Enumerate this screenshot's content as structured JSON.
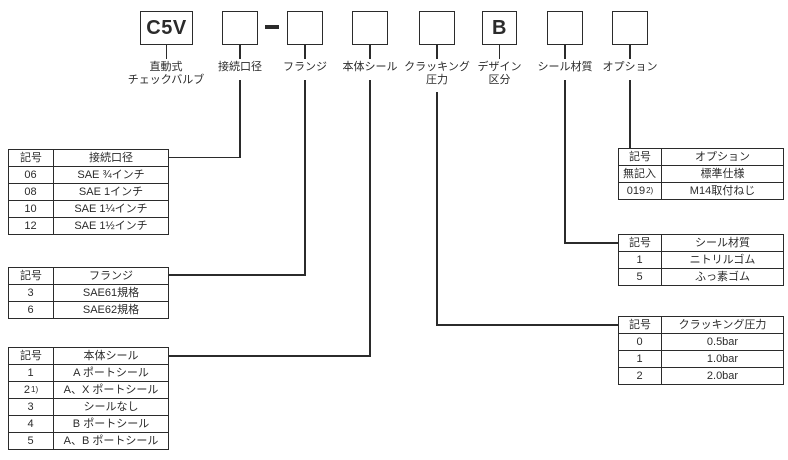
{
  "model_code": {
    "separator": "−",
    "boxes": [
      {
        "value": "C5V",
        "label_line1": "直動式",
        "label_line2": "チェックバルブ"
      },
      {
        "value": "",
        "label_line1": "接続口径",
        "label_line2": ""
      },
      {
        "value": "",
        "label_line1": "フランジ",
        "label_line2": ""
      },
      {
        "value": "",
        "label_line1": "本体シール",
        "label_line2": ""
      },
      {
        "value": "",
        "label_line1": "クラッキング",
        "label_line2": "圧力"
      },
      {
        "value": "B",
        "label_line1": "デザイン",
        "label_line2": "区分"
      },
      {
        "value": "",
        "label_line1": "シール材質",
        "label_line2": ""
      },
      {
        "value": "",
        "label_line1": "オプション",
        "label_line2": ""
      }
    ]
  },
  "tables": {
    "connection": {
      "headers": [
        "記号",
        "接続口径"
      ],
      "rows": [
        {
          "code": "06",
          "sup": "",
          "desc": "SAE ¾インチ"
        },
        {
          "code": "08",
          "sup": "",
          "desc": "SAE 1インチ"
        },
        {
          "code": "10",
          "sup": "",
          "desc": "SAE 1¼インチ"
        },
        {
          "code": "12",
          "sup": "",
          "desc": "SAE 1½インチ"
        }
      ]
    },
    "flange": {
      "headers": [
        "記号",
        "フランジ"
      ],
      "rows": [
        {
          "code": "3",
          "sup": "",
          "desc": "SAE61規格"
        },
        {
          "code": "6",
          "sup": "",
          "desc": "SAE62規格"
        }
      ]
    },
    "body_seal": {
      "headers": [
        "記号",
        "本体シール"
      ],
      "rows": [
        {
          "code": "1",
          "sup": "",
          "desc": "A ポートシール"
        },
        {
          "code": "2",
          "sup": "1)",
          "desc": "A、X ポートシール"
        },
        {
          "code": "3",
          "sup": "",
          "desc": "シールなし"
        },
        {
          "code": "4",
          "sup": "",
          "desc": "B ポートシール"
        },
        {
          "code": "5",
          "sup": "",
          "desc": "A、B ポートシール"
        }
      ]
    },
    "option": {
      "headers": [
        "記号",
        "オプション"
      ],
      "rows": [
        {
          "code": "無記入",
          "sup": "",
          "desc": "標準仕様"
        },
        {
          "code": "019",
          "sup": "2)",
          "desc": "M14取付ねじ"
        }
      ]
    },
    "seal_material": {
      "headers": [
        "記号",
        "シール材質"
      ],
      "rows": [
        {
          "code": "1",
          "sup": "",
          "desc": "ニトリルゴム"
        },
        {
          "code": "5",
          "sup": "",
          "desc": "ふっ素ゴム"
        }
      ]
    },
    "cracking": {
      "headers": [
        "記号",
        "クラッキング圧力"
      ],
      "rows": [
        {
          "code": "0",
          "sup": "",
          "desc": "0.5bar"
        },
        {
          "code": "1",
          "sup": "",
          "desc": "1.0bar"
        },
        {
          "code": "2",
          "sup": "",
          "desc": "2.0bar"
        }
      ]
    }
  },
  "colors": {
    "ink": "#2b2b2b",
    "background": "#ffffff"
  }
}
